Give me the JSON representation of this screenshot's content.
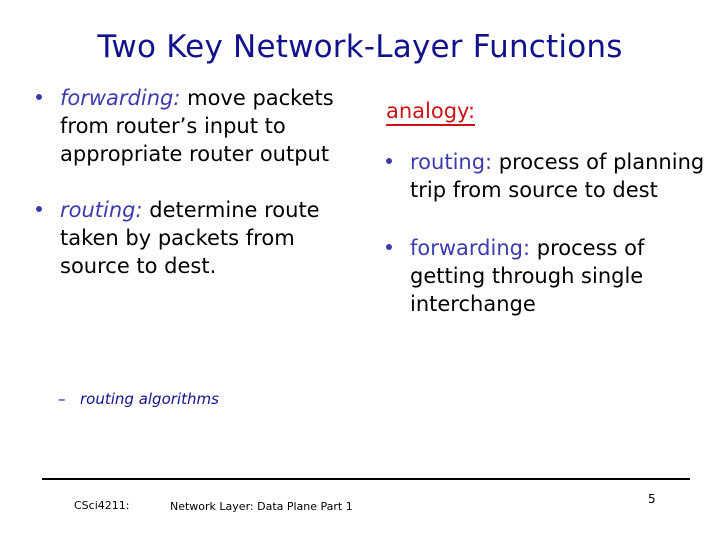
{
  "slide": {
    "title": "Two Key Network-Layer Functions",
    "page_number": "5",
    "colors": {
      "title": "#12128c",
      "term": "#3b3bad",
      "analogy": "#cc1417",
      "body": "#000000",
      "subbullet": "#12128c",
      "background": "#ffffff"
    }
  },
  "left_column": {
    "bullets": [
      {
        "term": "forwarding:",
        "text": " move packets from router’s input to appropriate router output"
      },
      {
        "term": "routing:",
        "text": " determine route taken by packets from source to dest."
      }
    ],
    "sub_bullet": {
      "dash": "–",
      "text": "routing algorithms"
    }
  },
  "right_column": {
    "heading": "analogy:",
    "bullets": [
      {
        "term": "routing:",
        "text": " process of planning trip from source to dest"
      },
      {
        "term": "forwarding:",
        "text": " process of getting through single interchange"
      }
    ]
  },
  "footer": {
    "course": "CSci4211:",
    "subject": "Network Layer: Data Plane Part 1",
    "page_number": "5"
  }
}
